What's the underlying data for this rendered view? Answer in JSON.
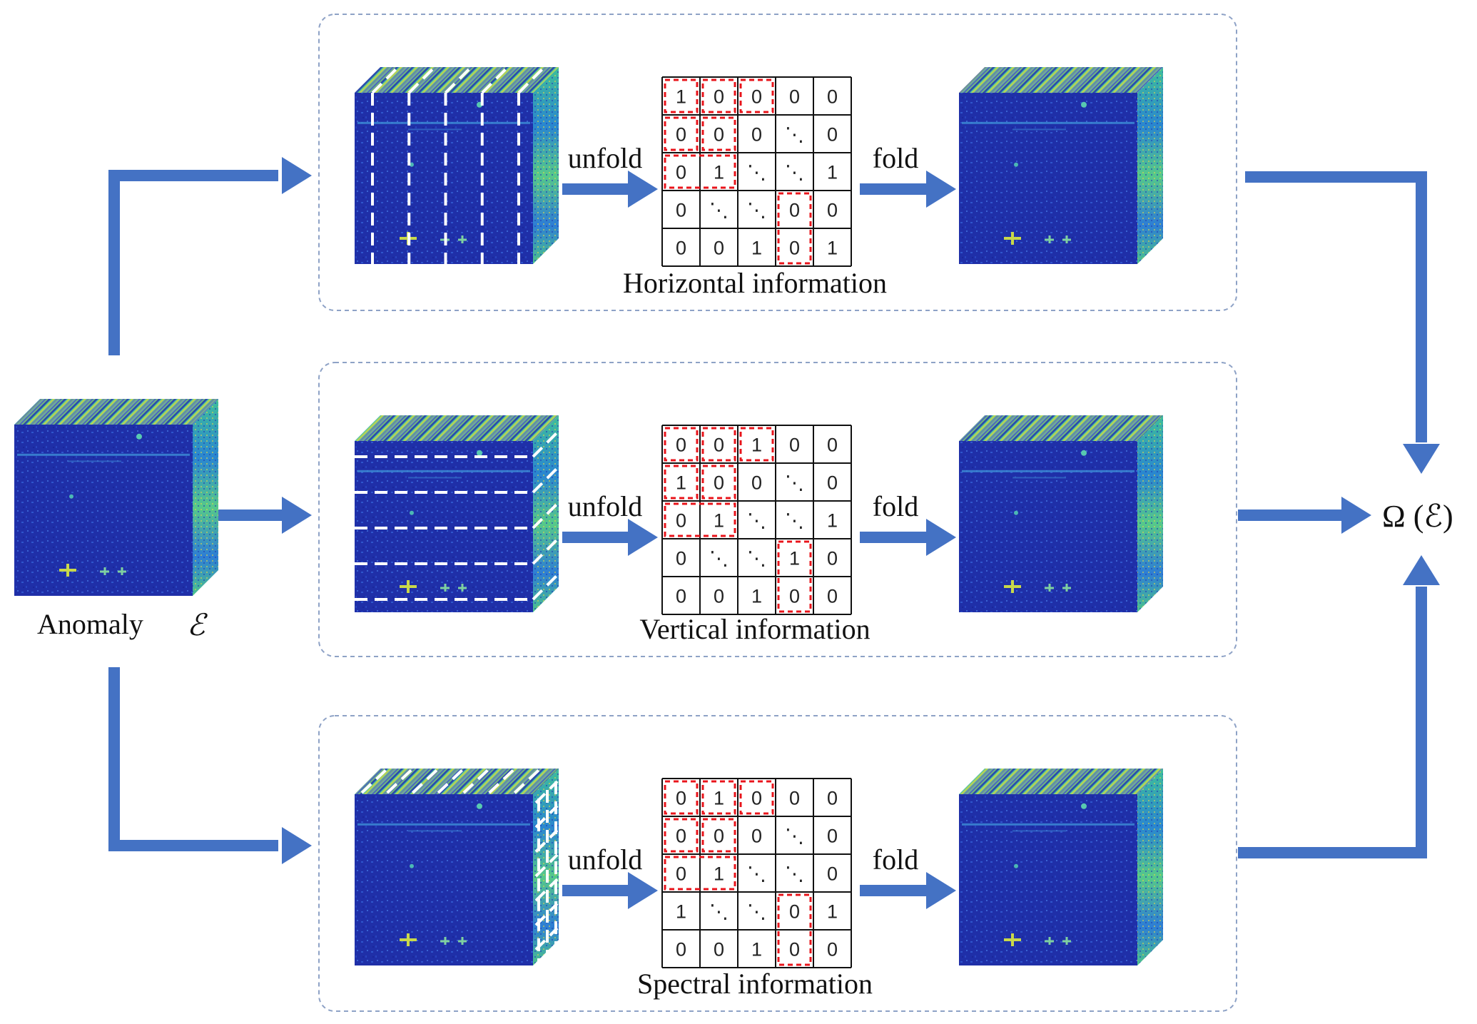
{
  "input": {
    "label": "Anomaly",
    "symbol": "ℰ"
  },
  "output": {
    "label": "Ω (ℰ)"
  },
  "colors": {
    "arrow": "#4472c4",
    "panel_border": "#8ea2c6",
    "highlight": "#e8141b"
  },
  "rows": [
    {
      "title": "Horizontal information",
      "unfold_label": "unfold",
      "fold_label": "fold",
      "mode": "horizontal",
      "matrix": [
        [
          "1",
          "0",
          "0",
          "0",
          "0"
        ],
        [
          "0",
          "0",
          "0",
          "⋱",
          "0"
        ],
        [
          "0",
          "1",
          "⋱",
          "⋱",
          "1"
        ],
        [
          "0",
          "⋱",
          "⋱",
          "0",
          "0"
        ],
        [
          "0",
          "0",
          "1",
          "0",
          "1"
        ]
      ]
    },
    {
      "title": "Vertical information",
      "unfold_label": "unfold",
      "fold_label": "fold",
      "mode": "vertical",
      "matrix": [
        [
          "0",
          "0",
          "1",
          "0",
          "0"
        ],
        [
          "1",
          "0",
          "0",
          "⋱",
          "0"
        ],
        [
          "0",
          "1",
          "⋱",
          "⋱",
          "1"
        ],
        [
          "0",
          "⋱",
          "⋱",
          "1",
          "0"
        ],
        [
          "0",
          "0",
          "1",
          "0",
          "0"
        ]
      ]
    },
    {
      "title": "Spectral information",
      "unfold_label": "unfold",
      "fold_label": "fold",
      "mode": "spectral",
      "matrix": [
        [
          "0",
          "1",
          "0",
          "0",
          "0"
        ],
        [
          "0",
          "0",
          "0",
          "⋱",
          "0"
        ],
        [
          "0",
          "1",
          "⋱",
          "⋱",
          "0"
        ],
        [
          "1",
          "⋱",
          "⋱",
          "0",
          "1"
        ],
        [
          "0",
          "0",
          "1",
          "0",
          "0"
        ]
      ]
    }
  ]
}
